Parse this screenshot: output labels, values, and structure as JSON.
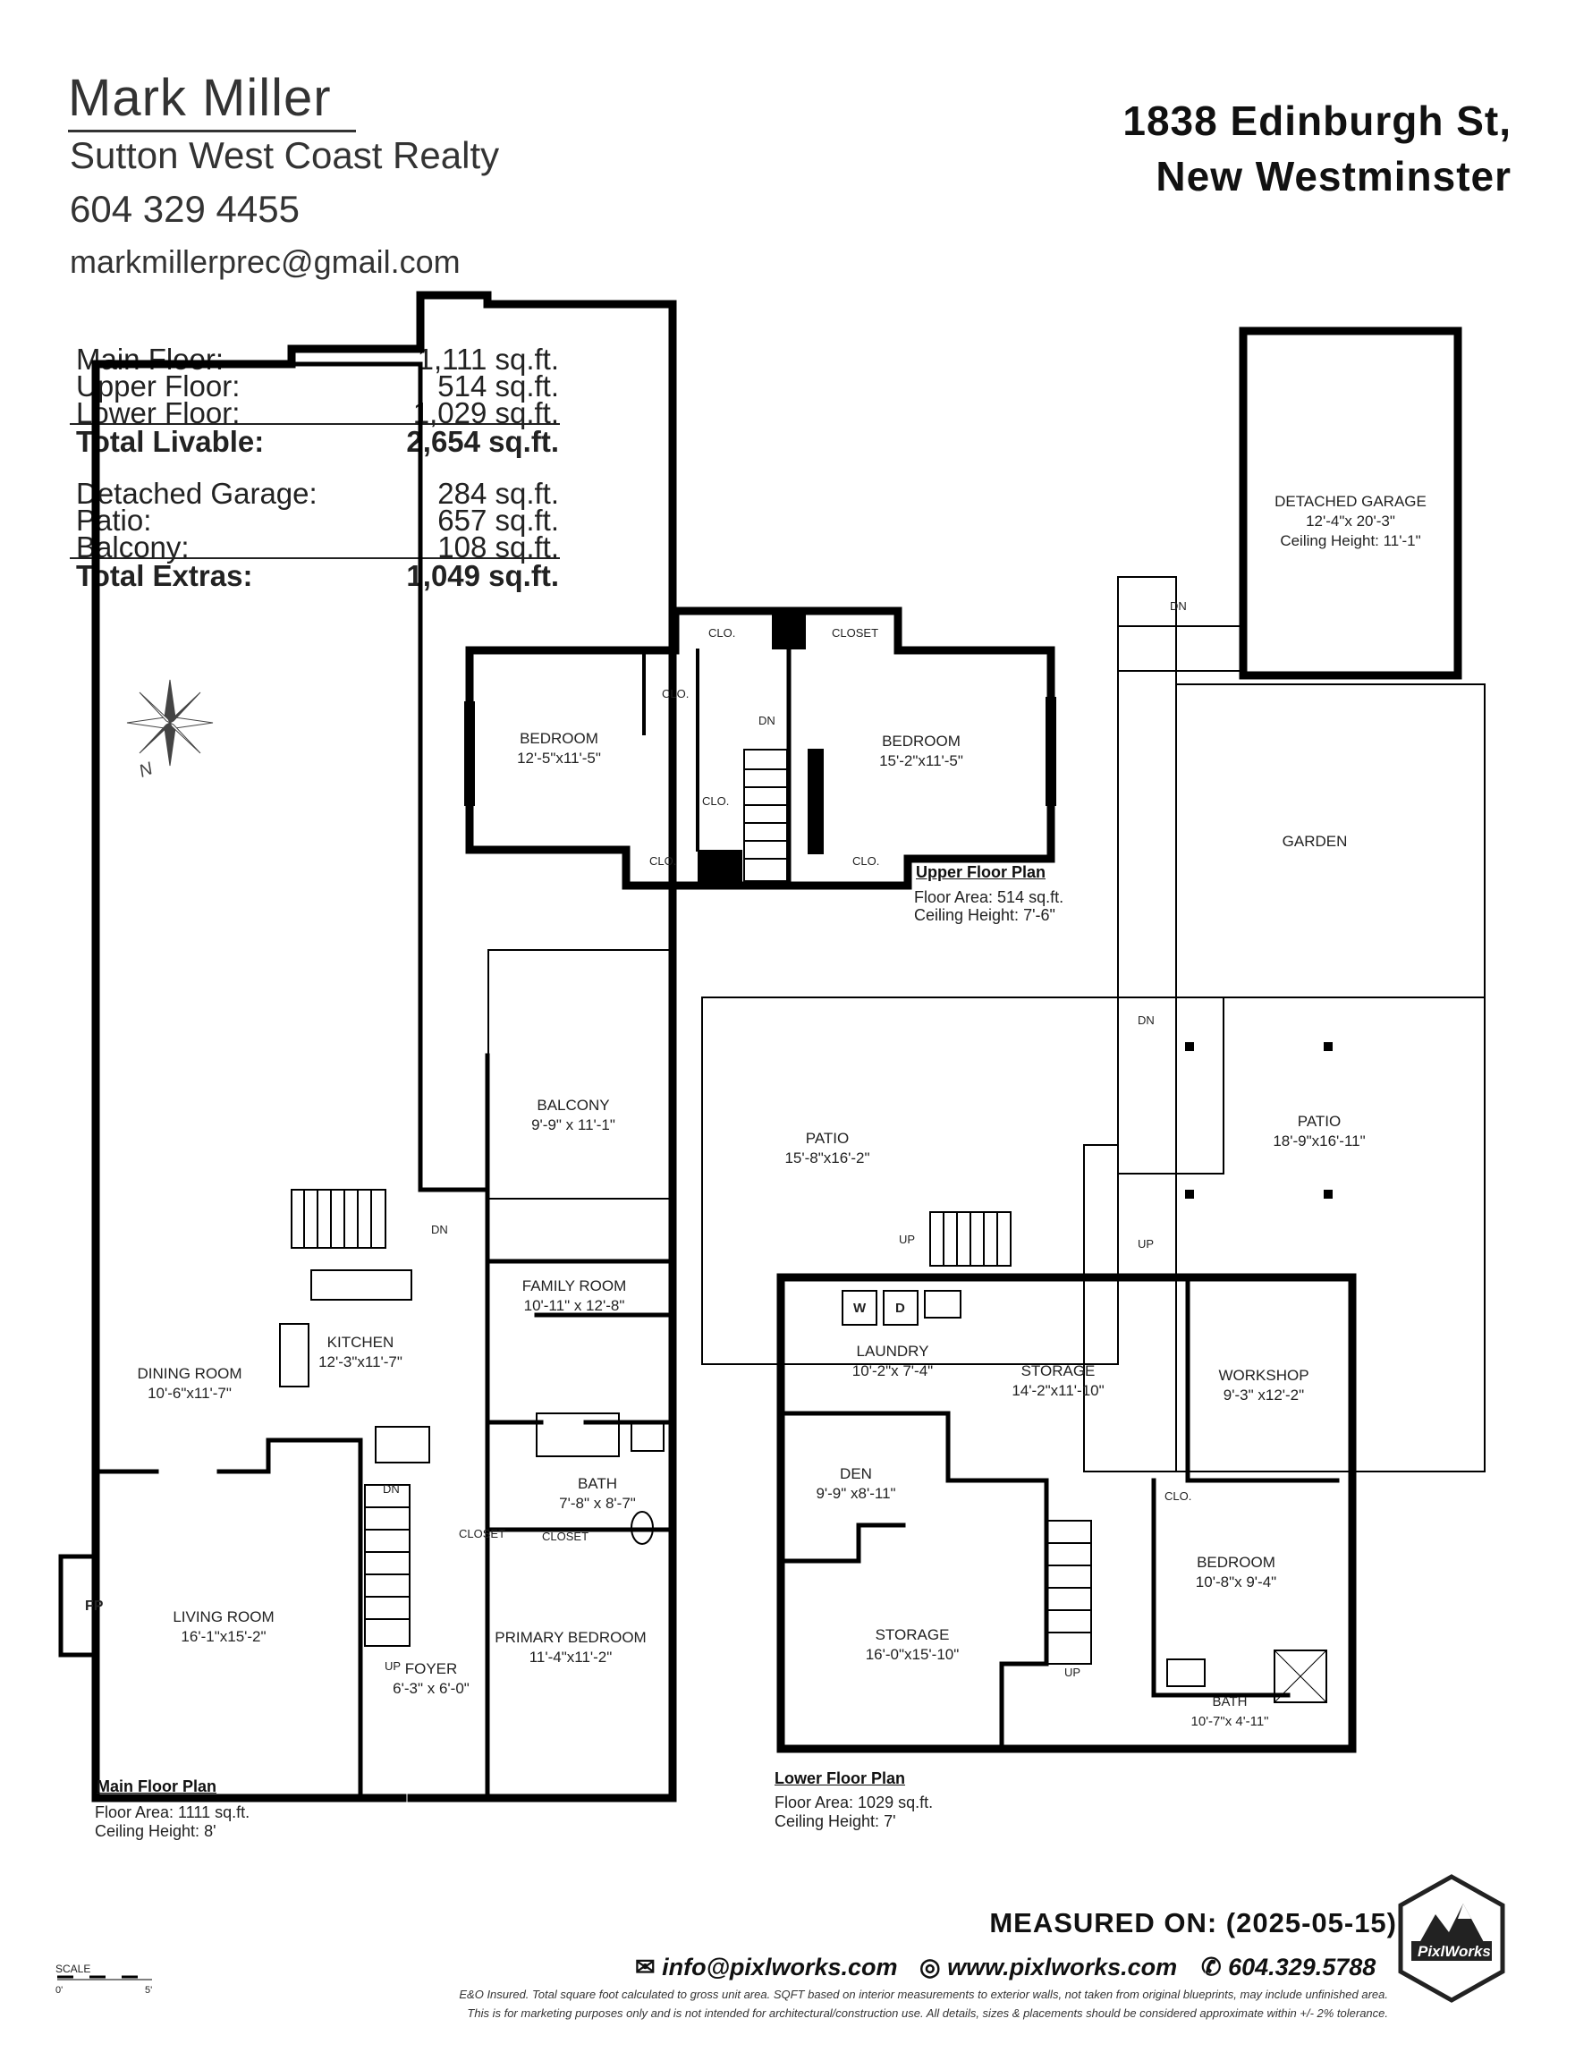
{
  "agent": {
    "name": "Mark Miller",
    "company": "Sutton West Coast Realty",
    "phone": "604 329 4455",
    "email": "markmillerprec@gmail.com"
  },
  "address": {
    "line1": "1838 Edinburgh St,",
    "line2": "New Westminster"
  },
  "areas": {
    "livable": [
      {
        "label": "Main Floor:",
        "value": "1,111 sq.ft."
      },
      {
        "label": "Upper Floor:",
        "value": "514 sq.ft."
      },
      {
        "label": "Lower Floor:",
        "value": "1,029 sq.ft."
      }
    ],
    "livable_total": {
      "label": "Total Livable:",
      "value": "2,654 sq.ft."
    },
    "extras": [
      {
        "label": "Detached Garage:",
        "value": "284 sq.ft."
      },
      {
        "label": "Patio:",
        "value": "657 sq.ft."
      },
      {
        "label": "Balcony:",
        "value": "108 sq.ft."
      }
    ],
    "extras_total": {
      "label": "Total Extras:",
      "value": "1,049 sq.ft."
    }
  },
  "compass": {
    "label": "N"
  },
  "upper_plan": {
    "title": "Upper Floor Plan",
    "area": "Floor Area: 514 sq.ft.",
    "ceiling": "Ceiling Height: 7'-6\"",
    "rooms": [
      {
        "name": "BEDROOM",
        "dims": "12'-5\"x11'-5\""
      },
      {
        "name": "BEDROOM",
        "dims": "15'-2\"x11'-5\""
      }
    ],
    "labels": {
      "clo": "CLO.",
      "closet": "CLOSET",
      "dn": "DN"
    }
  },
  "main_plan": {
    "title": "Main Floor Plan",
    "area": "Floor Area: 1111 sq.ft.",
    "ceiling": "Ceiling Height: 8'",
    "rooms": {
      "balcony": {
        "name": "BALCONY",
        "dims": "9'-9\" x 11'-1\""
      },
      "family": {
        "name": "FAMILY ROOM",
        "dims": "10'-11\" x 12'-8\""
      },
      "kitchen": {
        "name": "KITCHEN",
        "dims": "12'-3\"x11'-7\""
      },
      "dining": {
        "name": "DINING ROOM",
        "dims": "10'-6\"x11'-7\""
      },
      "bath": {
        "name": "BATH",
        "dims": "7'-8\" x 8'-7\""
      },
      "living": {
        "name": "LIVING ROOM",
        "dims": "16'-1\"x15'-2\""
      },
      "primary": {
        "name": "PRIMARY BEDROOM",
        "dims": "11'-4\"x11'-2\""
      },
      "foyer": {
        "name": "FOYER",
        "dims": "6'-3\" x 6'-0\""
      }
    },
    "labels": {
      "fp": "FP",
      "closet": "CLOSET",
      "dn": "DN",
      "up": "UP"
    }
  },
  "lower_plan": {
    "title": "Lower Floor Plan",
    "area": "Floor Area: 1029 sq.ft.",
    "ceiling": "Ceiling Height: 7'",
    "rooms": {
      "garage": {
        "name": "DETACHED GARAGE",
        "dims": "12'-4\"x 20'-3\"",
        "ceiling": "Ceiling Height: 11'-1\""
      },
      "garden": {
        "name": "GARDEN"
      },
      "patio_left": {
        "name": "PATIO",
        "dims": "15'-8\"x16'-2\""
      },
      "patio_right": {
        "name": "PATIO",
        "dims": "18'-9\"x16'-11\""
      },
      "laundry": {
        "name": "LAUNDRY",
        "dims": "10'-2\"x 7'-4\""
      },
      "storage_top": {
        "name": "STORAGE",
        "dims": "14'-2\"x11'-10\""
      },
      "workshop": {
        "name": "WORKSHOP",
        "dims": "9'-3\" x12'-2\""
      },
      "den": {
        "name": "DEN",
        "dims": "9'-9\" x8'-11\""
      },
      "bedroom": {
        "name": "BEDROOM",
        "dims": "10'-8\"x 9'-4\""
      },
      "storage_bottom": {
        "name": "STORAGE",
        "dims": "16'-0\"x15'-10\""
      },
      "bath": {
        "name": "BATH",
        "dims": "10'-7\"x 4'-11\""
      }
    },
    "labels": {
      "w": "W",
      "d": "D",
      "clo": "CLO.",
      "up": "UP",
      "dn": "DN"
    }
  },
  "footer": {
    "measured": "MEASURED ON: (2025-05-15)",
    "email": "info@pixlworks.com",
    "website": "www.pixlworks.com",
    "phone": "604.329.5788",
    "disclaimer1": "E&O Insured.  Total square foot calculated to gross unit area. SQFT based on interior measurements to exterior walls, not taken from original blueprints, may include unfinished area.",
    "disclaimer2": "This is for marketing purposes only and is not intended for architectural/construction use.  All details, sizes & placements should be considered approximate within +/- 2%  tolerance.",
    "logo_text": "PixlWorks",
    "scale_label": "SCALE",
    "scale_start": "0'",
    "scale_end": "5'"
  }
}
